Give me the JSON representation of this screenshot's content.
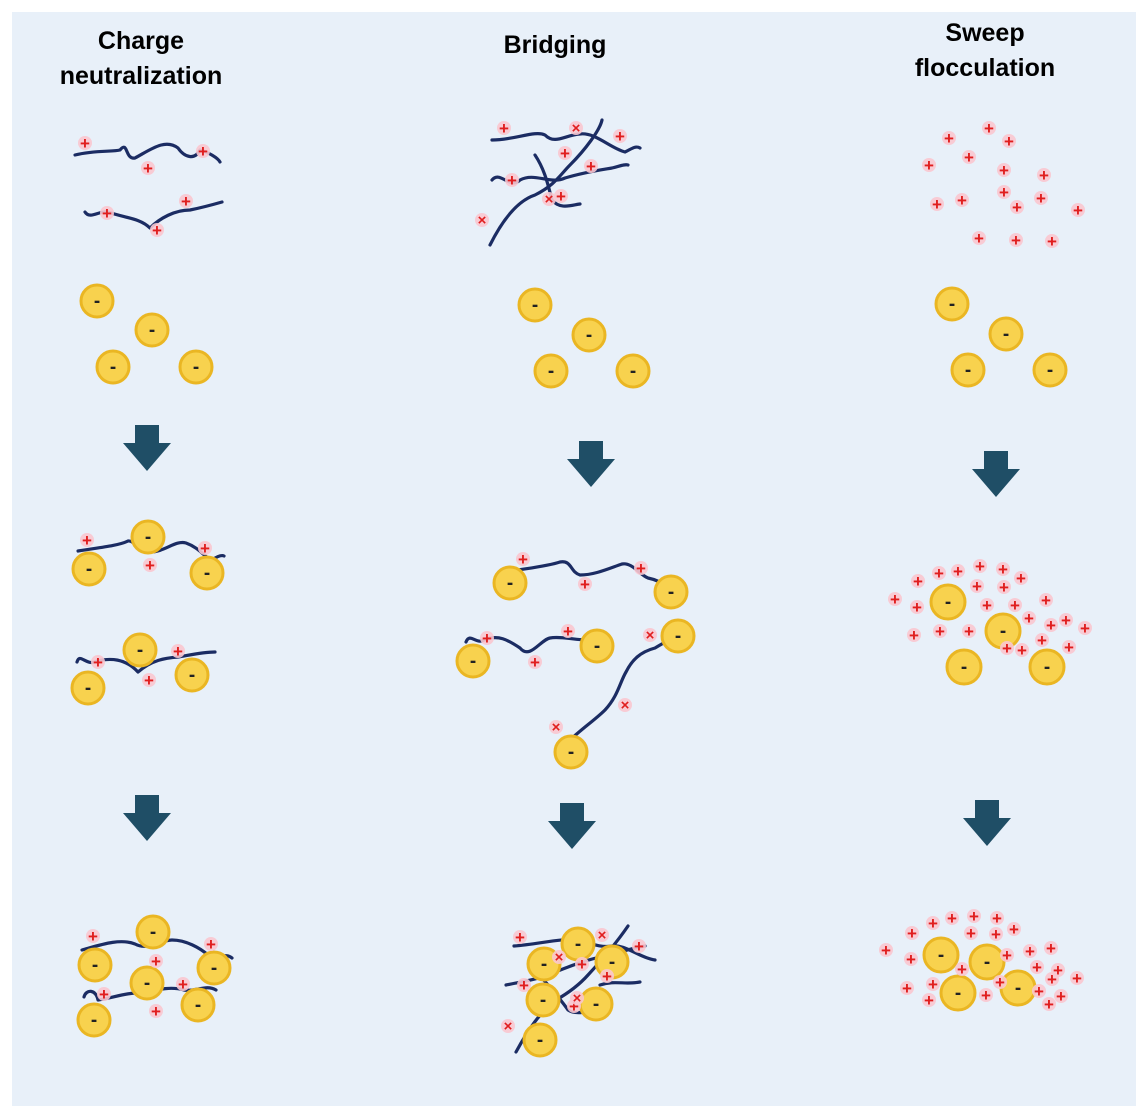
{
  "columns": [
    {
      "id": "charge",
      "title_line1": "Charge",
      "title_line2": "neutralization"
    },
    {
      "id": "bridging",
      "title_line1": "Bridging",
      "title_line2": ""
    },
    {
      "id": "sweep",
      "title_line1": "Sweep",
      "title_line2": "flocculation"
    }
  ],
  "symbols": {
    "positive": "+",
    "negative": "-",
    "cross": "×"
  },
  "colors": {
    "background": "#e8f0f9",
    "polymer": "#1b2c63",
    "particle_fill": "#f8d24e",
    "particle_stroke": "#eab623",
    "positive_charge": "#e01e1e",
    "charge_halo": "#f9c6cf",
    "arrow": "#1f4e66"
  },
  "icons": [
    "polymer-chain",
    "negative-particle",
    "positive-charge",
    "cross-link-mark",
    "down-arrow-icon"
  ]
}
